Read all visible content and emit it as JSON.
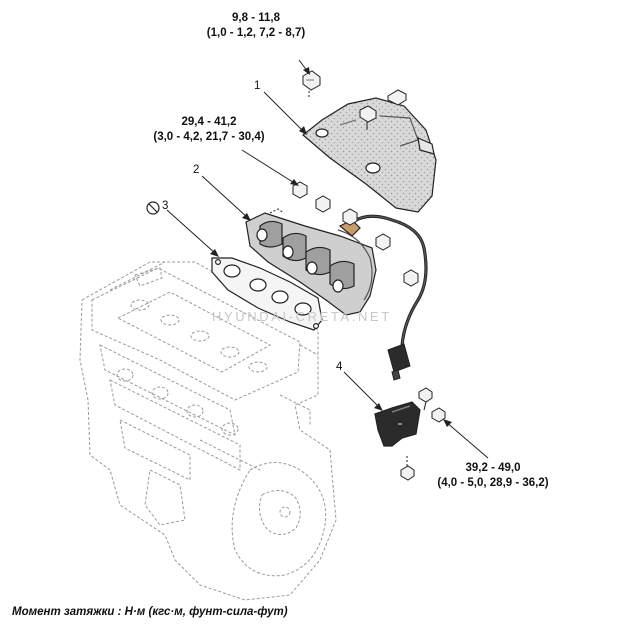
{
  "torque_specs": {
    "heat_protector_bolt": {
      "line1": "9,8 - 11,8",
      "line2": "(1,0 - 1,2, 7,2 - 8,7)"
    },
    "manifold_nut": {
      "line1": "29,4 - 41,2",
      "line2": "(3,0 - 4,2, 21,7 - 30,4)"
    },
    "bracket_bolt": {
      "line1": "39,2 - 49,0",
      "line2": "(4,0 - 5,0, 28,9 - 36,2)"
    }
  },
  "callouts": [
    "1",
    "2",
    "3",
    "4"
  ],
  "watermark": "HYUNDAI-CRETA.NET",
  "caption": "Момент затяжки : Н·м (кгс·м, фунт-сила-фут)",
  "colors": {
    "line": "#222222",
    "shade": "#bdbdbd",
    "dark": "#333333",
    "engine": "#9a9a9a"
  }
}
